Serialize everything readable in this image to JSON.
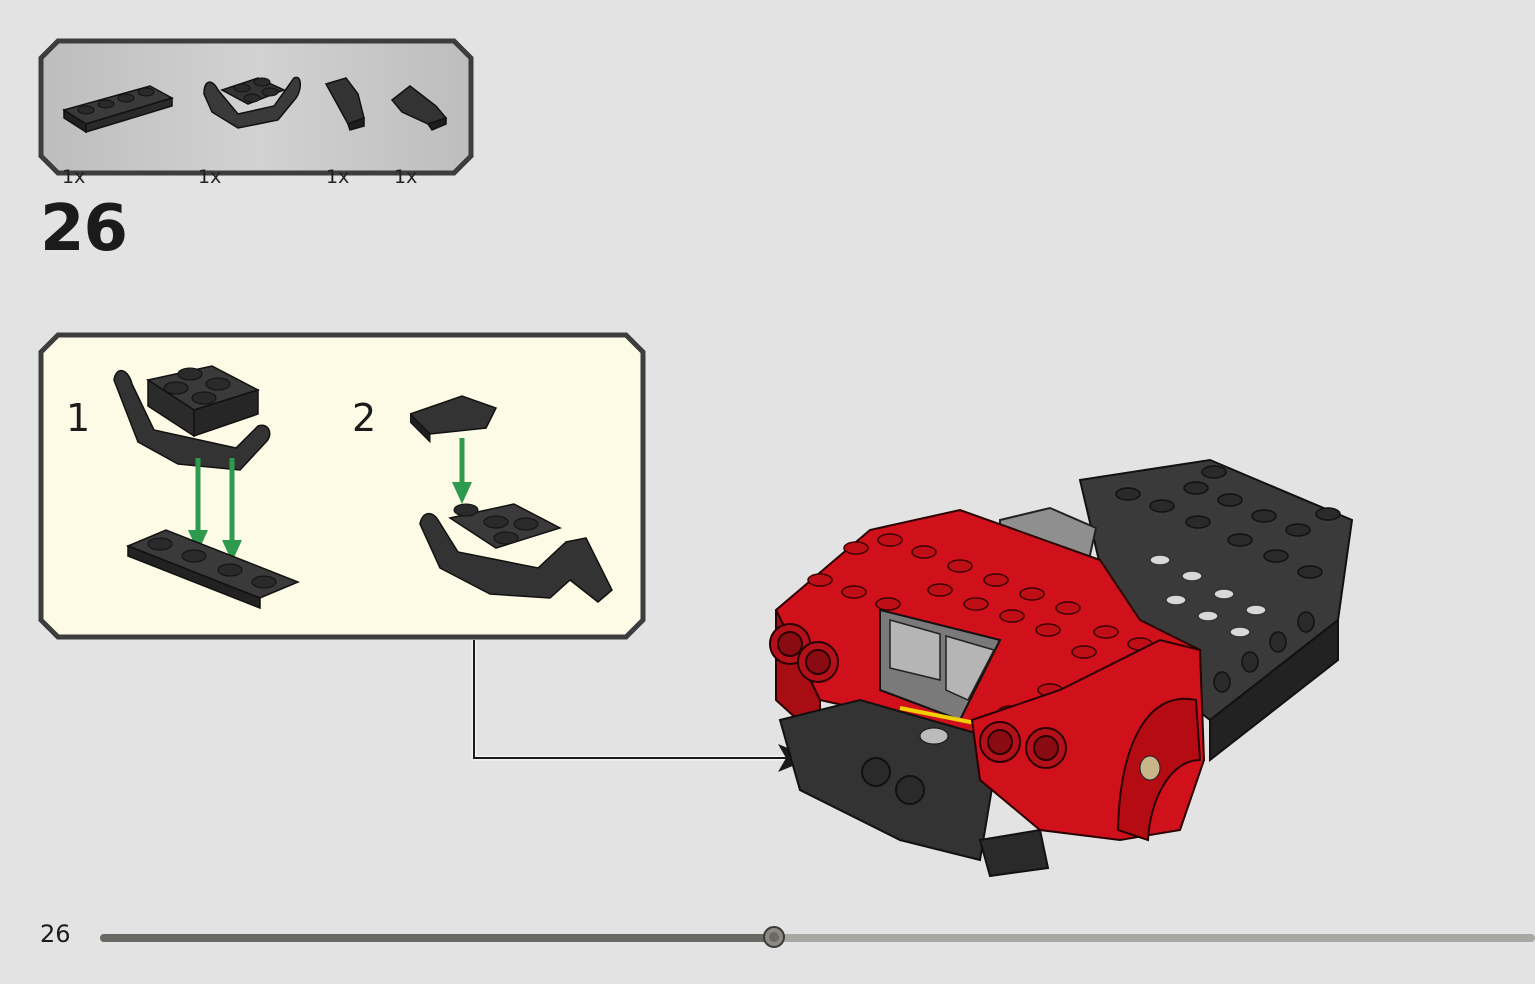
{
  "parts_list": {
    "items": [
      {
        "name": "plate-1x4",
        "quantity": "1x",
        "color": "#2b2b2b"
      },
      {
        "name": "plate-with-fenders",
        "quantity": "1x",
        "color": "#2b2b2b"
      },
      {
        "name": "wedge-left",
        "quantity": "1x",
        "color": "#2b2b2b"
      },
      {
        "name": "wedge-right",
        "quantity": "1x",
        "color": "#2b2b2b"
      }
    ]
  },
  "step": {
    "number": "26"
  },
  "sub_steps": [
    {
      "number": "1"
    },
    {
      "number": "2"
    }
  ],
  "footer": {
    "page_number": "26",
    "progress_fraction": 0.47
  },
  "colors": {
    "brick_red": "#d0101a",
    "brick_black": "#2a2a2a",
    "brick_gray": "#9a9a9a",
    "arrow_green": "#2e9a4e",
    "panel_bg": "#fdfbe6",
    "page_bg": "#e3e3e3"
  }
}
